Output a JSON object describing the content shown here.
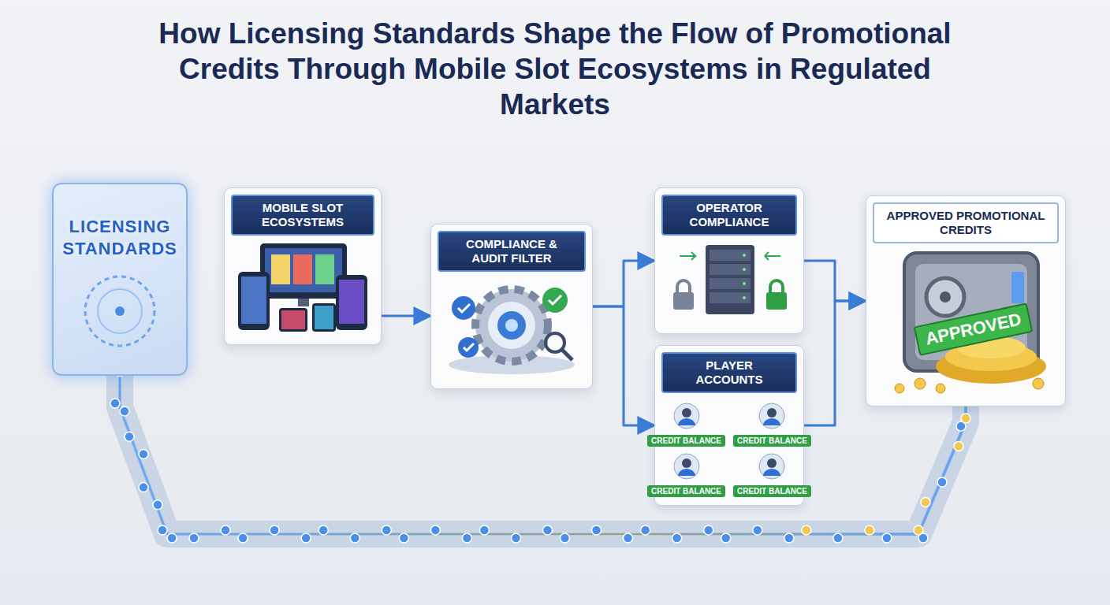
{
  "diagram": {
    "title": "How Licensing Standards Shape the Flow of Promotional Credits Through Mobile Slot Ecosystems in Regulated Markets",
    "nodes": [
      {
        "text": [
          "LICENSING STANDARDS"
        ]
      },
      {
        "text": [
          "MOBILE SLOT ECOSYSTEMS"
        ]
      },
      {
        "text": [
          "COMPLIANCE & AUDIT FILTER"
        ]
      },
      {
        "text": [
          "OPERATOR COMPLIANCE"
        ]
      },
      {
        "text": [
          "PLAYER ACCOUNTS"
        ]
      },
      {
        "text": [
          "APPROVED PROMOTIONAL CREDITS"
        ]
      }
    ],
    "edges": [
      {
        "from": 1,
        "to": 2,
        "arrow": "to"
      },
      {
        "from": 2,
        "to": 3,
        "arrow": "to"
      },
      {
        "from": 2,
        "to": 4,
        "arrow": "to"
      },
      {
        "from": 3,
        "to": 5,
        "arrow": "to"
      },
      {
        "from": 4,
        "to": 5,
        "arrow": "to"
      },
      {
        "from": 0,
        "to": 5,
        "arrow": "none"
      }
    ],
    "labels": [
      "CREDIT BALANCE",
      "CREDIT BALANCE",
      "CREDIT BALANCE",
      "CREDIT BALANCE",
      "APPROVED"
    ]
  }
}
